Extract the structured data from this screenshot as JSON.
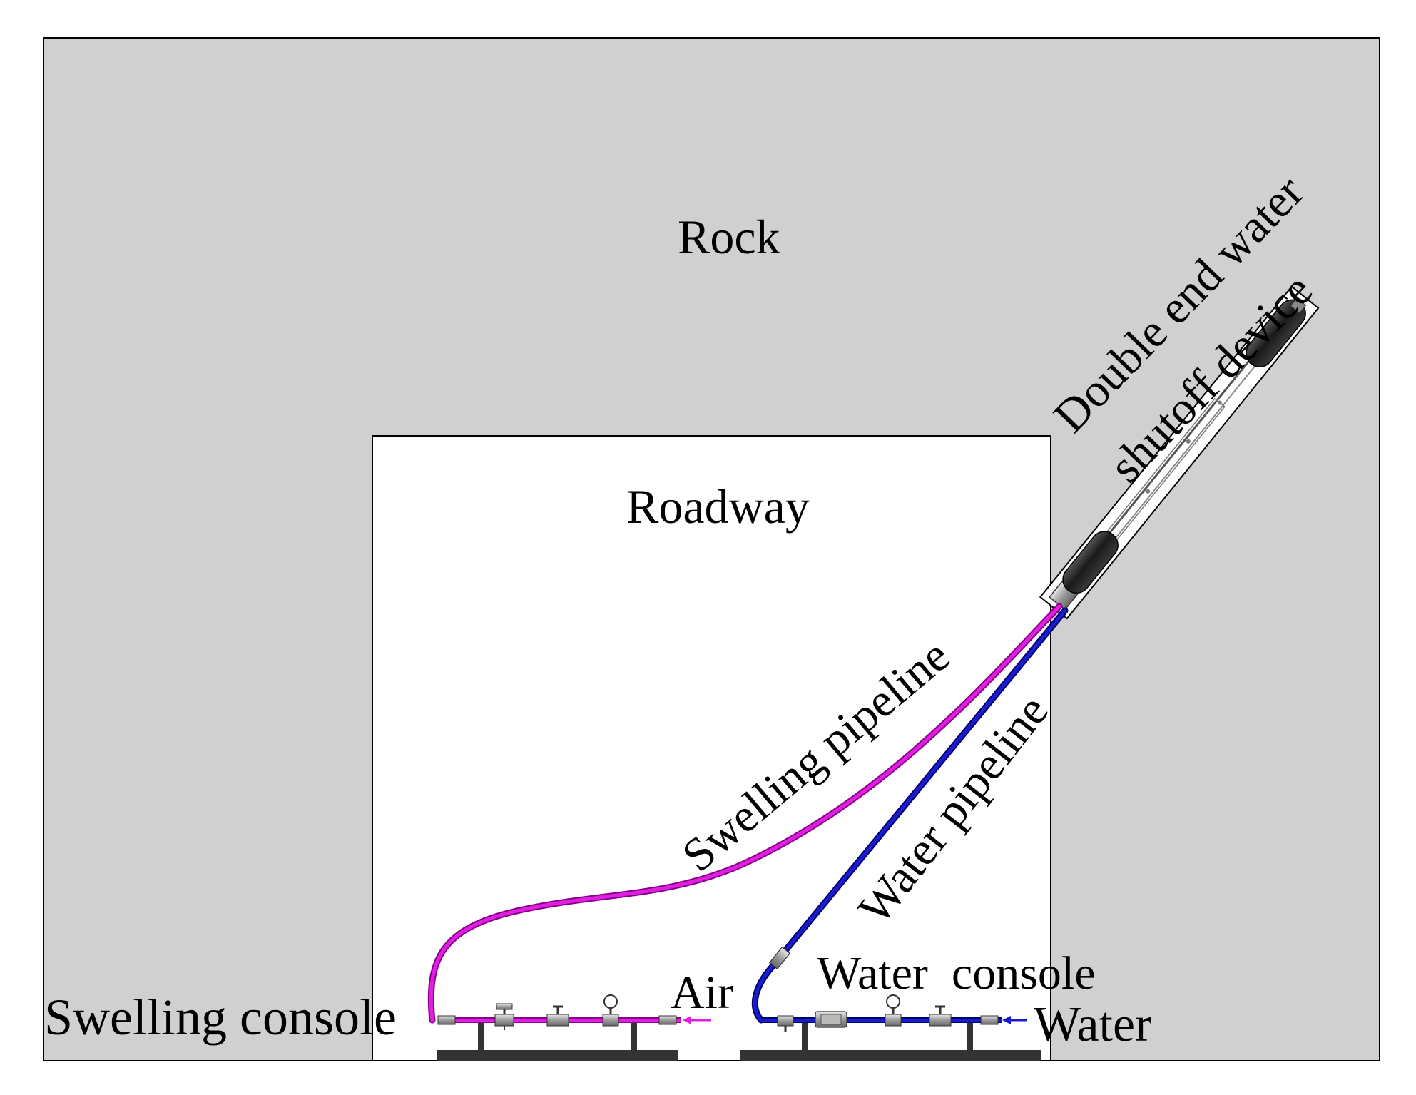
{
  "labels": {
    "rock": "Rock",
    "roadway": "Roadway",
    "device_line1": "Double end water",
    "device_line2": "shutoff device",
    "swelling_pipeline": "Swelling pipeline",
    "water_pipeline": "Water pipeline",
    "swelling_console": "Swelling console",
    "water_console": "Water  console",
    "air": "Air",
    "water_inlet": "Water"
  },
  "colors": {
    "rock": "#d0d0d0",
    "roadway": "#ffffff",
    "swelling_line": "#e020e0",
    "water_line": "#1a1ad0",
    "packer": "#2a2a2a",
    "base": "#333333"
  }
}
